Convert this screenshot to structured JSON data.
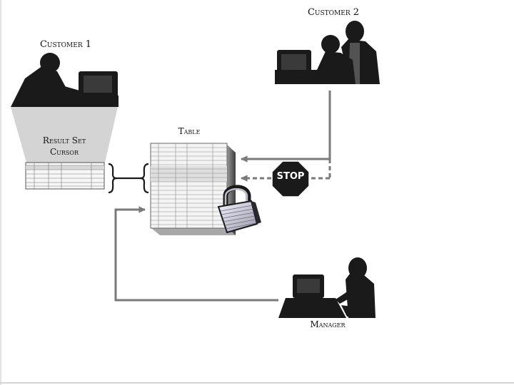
{
  "labels": {
    "customer1": "Customer 1",
    "customer2": "Customer 2",
    "table": "Table",
    "result_set_line1": "Result Set",
    "result_set_line2": "Cursor",
    "manager": "Manager",
    "stop": "STOP"
  },
  "icons": [
    "customer-1-computer-silhouette-icon",
    "customer-2-computer-silhouette-icon",
    "manager-computer-silhouette-icon",
    "padlock-icon",
    "stop-sign-icon",
    "database-table-icon",
    "result-set-grid-icon",
    "curly-brace-icon"
  ],
  "colors": {
    "silhouette": "#1a1a1a",
    "arrow": "#7a7a7a",
    "stop_sign": "#1a1a1a",
    "light_beam": "#d4d4d4",
    "table_fill": "#f4f4f4",
    "table_highlight": "#dedede"
  }
}
